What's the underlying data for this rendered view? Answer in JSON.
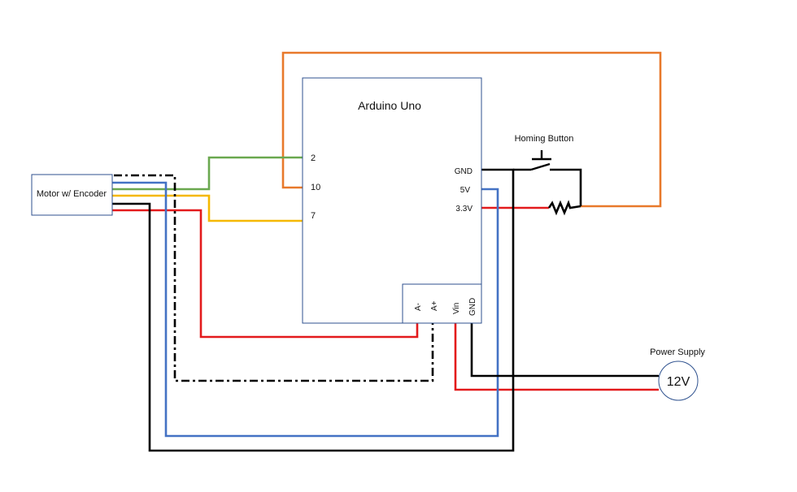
{
  "colors": {
    "orange": "#e8792b",
    "green": "#6aa84f",
    "yellow": "#f5b800",
    "red": "#e31a1c",
    "blue": "#4472c4",
    "black": "#000000",
    "box_border": "#2f528f"
  },
  "arduino": {
    "title": "Arduino Uno",
    "pins_left": [
      "2",
      "10",
      "7"
    ],
    "pins_right": [
      "GND",
      "5V",
      "3.3V"
    ],
    "pins_bottom": [
      "A-",
      "A+",
      "Vin",
      "GND"
    ]
  },
  "motor": {
    "label": "Motor w/ Encoder"
  },
  "homing": {
    "label": "Homing Button"
  },
  "power": {
    "label": "Power Supply",
    "voltage": "12V"
  },
  "icons": [
    "pushbutton-icon",
    "resistor-icon",
    "power-source-icon"
  ]
}
